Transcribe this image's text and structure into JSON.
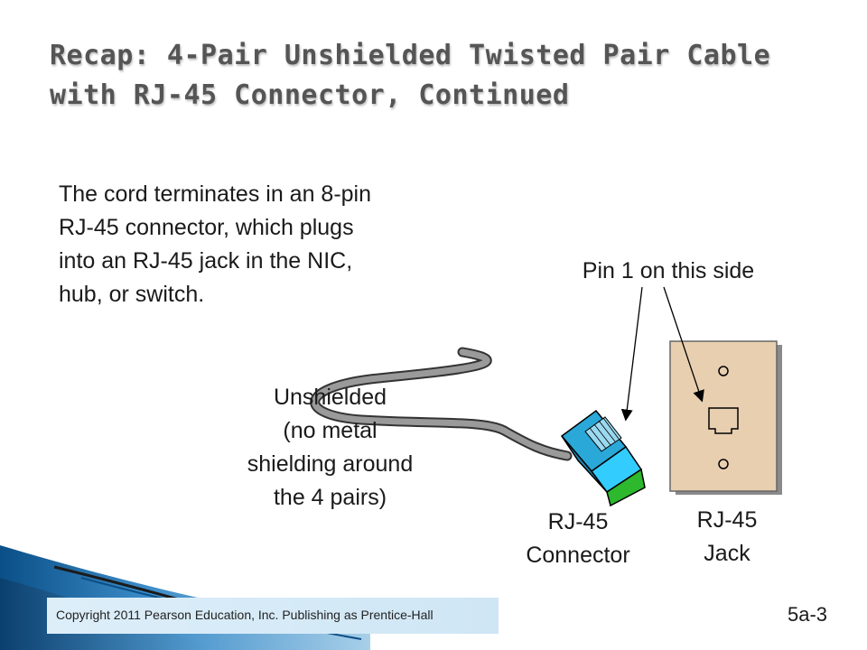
{
  "title": {
    "line1": "Recap: 4-Pair Unshielded Twisted Pair Cable",
    "line2": "with RJ-45 Connector, Continued"
  },
  "body": {
    "line1": "The cord terminates in an 8-pin",
    "line2": "RJ-45 connector, which plugs",
    "line3": "into an RJ-45 jack in the NIC,",
    "line4": "hub, or switch."
  },
  "labels": {
    "unshielded": [
      "Unshielded",
      "(no metal",
      "shielding around",
      "the 4 pairs)"
    ],
    "pin": "Pin 1 on this side",
    "connector": [
      "RJ-45",
      "Connector"
    ],
    "jack": [
      "RJ-45",
      "Jack"
    ]
  },
  "footer": {
    "copyright": "Copyright 2011 Pearson Education, Inc. Publishing as Prentice-Hall",
    "slide_number": "5a-3"
  },
  "colors": {
    "connector": "#33ccff",
    "connector_tab": "#22aa22",
    "jack": "#e8cfb0",
    "cable": "#8c8c8c",
    "accent": "#0b5fa3"
  }
}
